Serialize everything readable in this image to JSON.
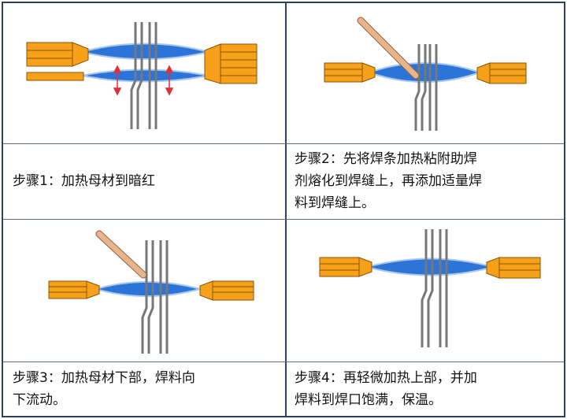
{
  "colors": {
    "tube_fill": "#f7a11a",
    "tube_stroke": "#8a5200",
    "flame": "#2d74d8",
    "flame_edge": "#a9c8f2",
    "pipe": "#777777",
    "arrow": "#e0303a",
    "rod": "#e8b48c",
    "rod_stroke": "#8a5f3e",
    "border": "#2f3f5f"
  },
  "steps": [
    {
      "lines": [
        "步骤1：加热母材到暗红"
      ]
    },
    {
      "lines": [
        "步骤2：先将焊条加热粘附助焊",
        "剂熔化到焊缝上，再添加适量焊",
        "料到焊缝上。"
      ]
    },
    {
      "lines": [
        "步骤3：加热母材下部，焊料向",
        "下流动。"
      ]
    },
    {
      "lines": [
        "步骤4：再轻微加热上部，并加",
        "焊料到焊口饱满，保温。"
      ]
    }
  ]
}
